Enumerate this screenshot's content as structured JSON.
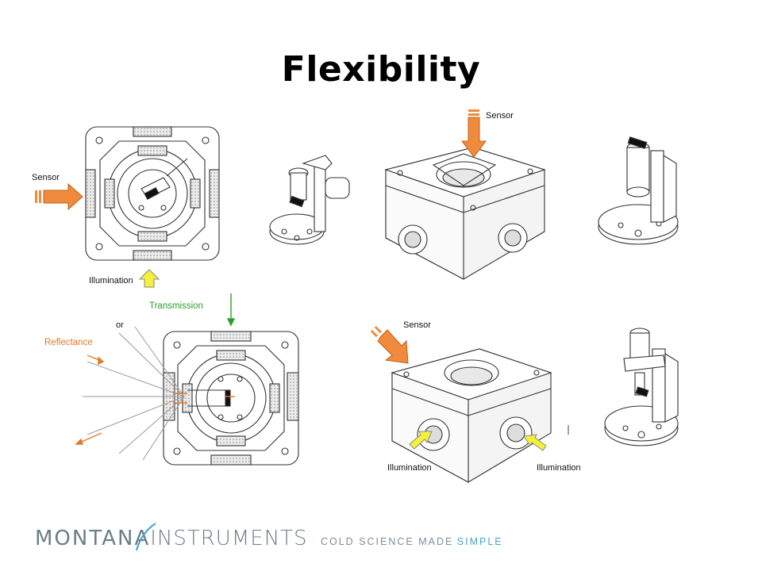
{
  "slide": {
    "title": "Flexibility"
  },
  "labels": {
    "sensor_left": "Sensor",
    "illumination_left": "Illumination",
    "transmission": "Transmission",
    "or": "or",
    "reflectance": "Reflectance",
    "sensor_top_box": "Sensor",
    "sensor_bottom_box": "Sensor",
    "illumination_bottom_left": "Illumination",
    "illumination_bottom_right": "Illumination"
  },
  "footer": {
    "brand_part1": "MONTANA",
    "brand_part2": "INSTRUMENTS",
    "tagline_part1": "COLD SCIENCE MADE",
    "tagline_part2": "SIMPLE"
  },
  "colors": {
    "sensor_arrow": "#f08a3c",
    "illumination_arrow": "#f5f03a",
    "transmission": "#2ca02c",
    "reflectance": "#e87722",
    "brand_grey": "#6b7f87",
    "brand_blue": "#4aa3c9"
  }
}
